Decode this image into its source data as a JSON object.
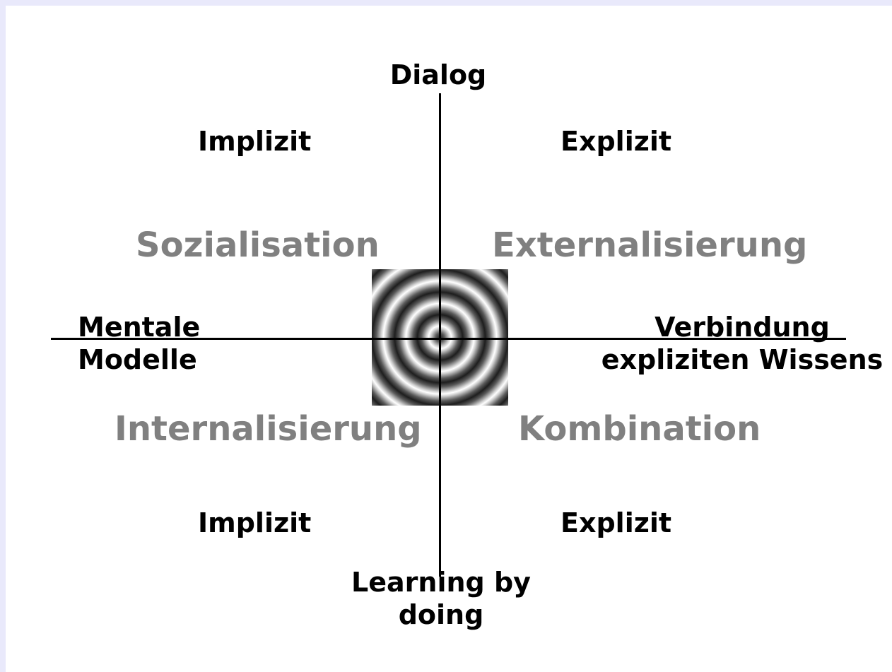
{
  "diagram": {
    "axis_top": "Dialog",
    "axis_bottom": [
      "Learning by",
      "doing"
    ],
    "axis_left": [
      "Mentale",
      "Modelle"
    ],
    "axis_right": [
      "Verbindung",
      "expliziten Wissens"
    ],
    "corner_top_left": "Implizit",
    "corner_top_right": "Explizit",
    "corner_bottom_left": "Implizit",
    "corner_bottom_right": "Explizit",
    "quadrant_top_left": "Sozialisation",
    "quadrant_top_right": "Externalisierung",
    "quadrant_bottom_left": "Internalisierung",
    "quadrant_bottom_right": "Kombination",
    "quadrant_color": "#808080",
    "text_color": "#000000",
    "center_icon": "spiral-icon"
  }
}
